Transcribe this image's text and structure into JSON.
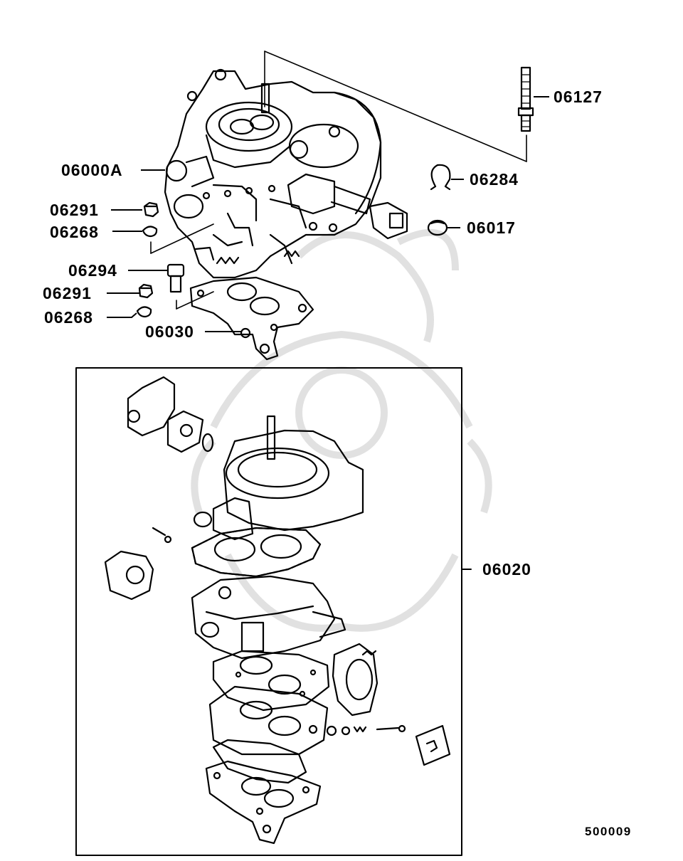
{
  "callouts": {
    "p06127": "06127",
    "p06000A": "06000A",
    "p06284": "06284",
    "p06291_upper": "06291",
    "p06017": "06017",
    "p06268_upper": "06268",
    "p06294": "06294",
    "p06291_lower": "06291",
    "p06268_lower": "06268",
    "p06030": "06030",
    "p06020": "06020"
  },
  "figure_number": "500009",
  "colors": {
    "line": "#000000",
    "background": "#ffffff",
    "watermark": "#d9d9d9"
  }
}
